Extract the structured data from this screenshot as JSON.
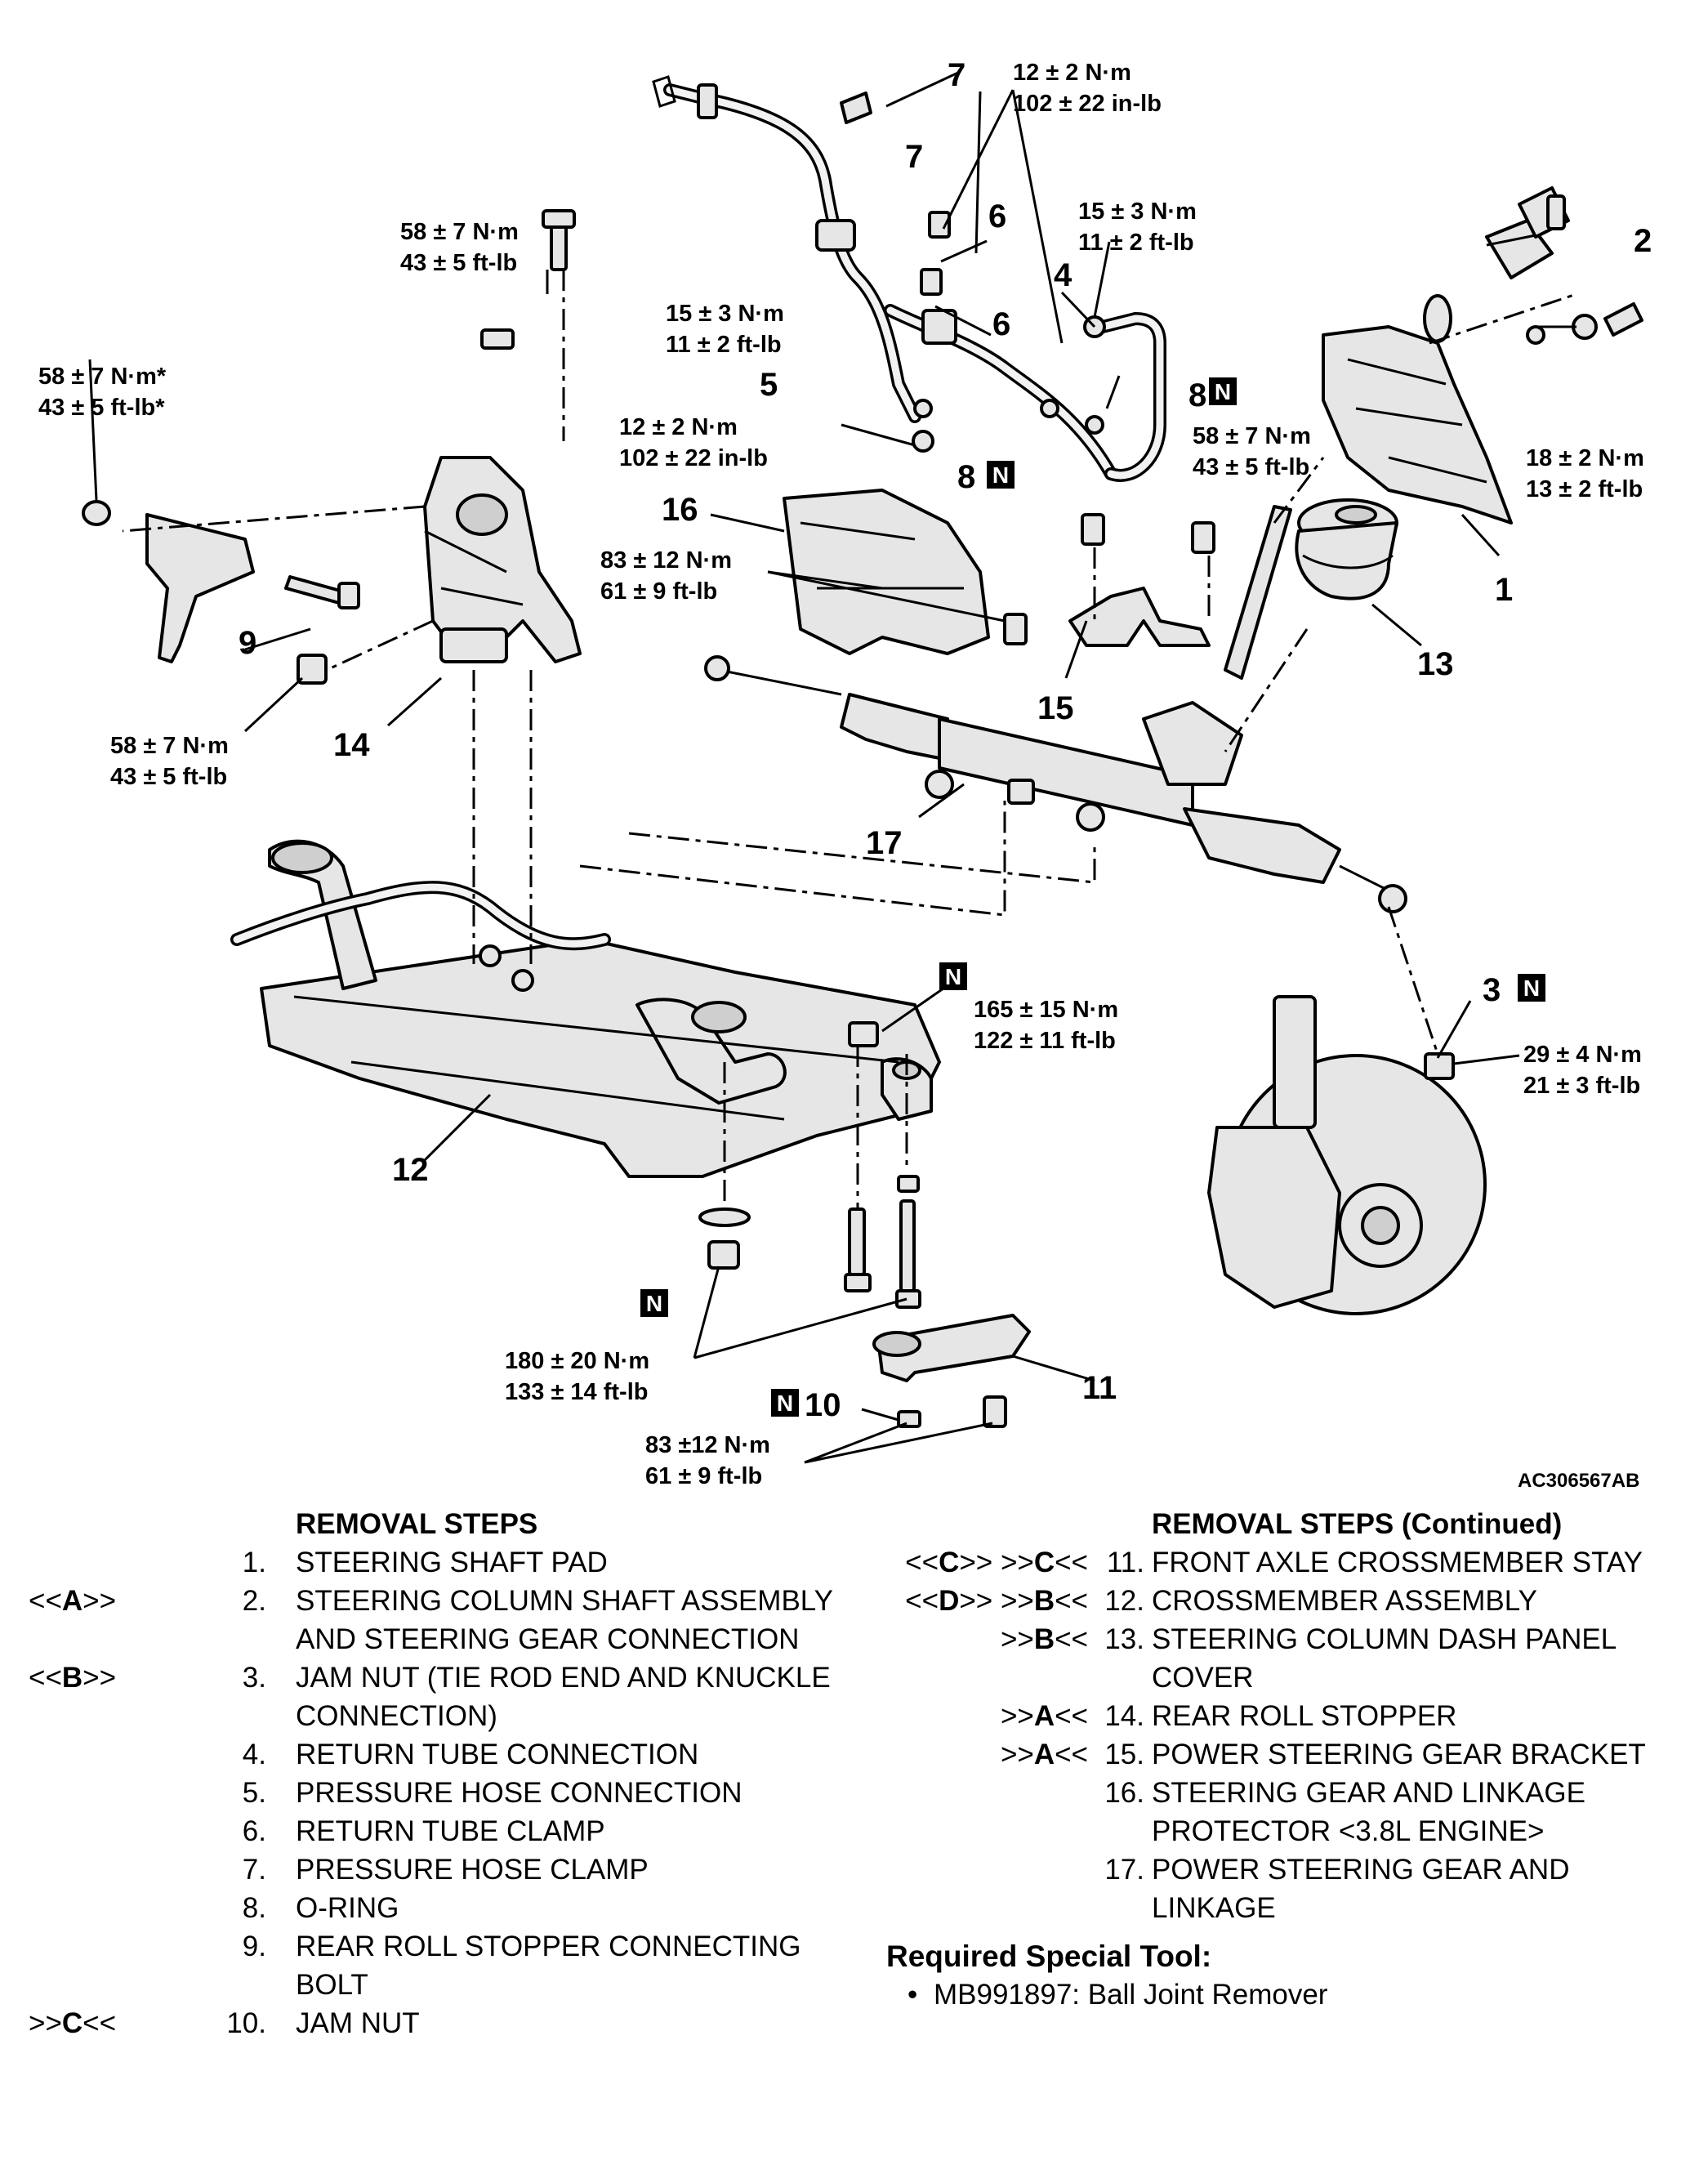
{
  "diagram": {
    "figure_code": "AC306567AB",
    "callouts": {
      "c1": "1",
      "c2": "2",
      "c3": "3",
      "c4": "4",
      "c5": "5",
      "c6a": "6",
      "c6b": "6",
      "c7a": "7",
      "c7b": "7",
      "c8a": "8",
      "c8b": "8",
      "c9": "9",
      "c10": "10",
      "c11": "11",
      "c12": "12",
      "c13": "13",
      "c14": "14",
      "c15": "15",
      "c16": "16",
      "c17": "17"
    },
    "n_mark": "N",
    "torques": {
      "t_12_2_nm": "12 ± 2 N·m",
      "t_102_22_inlb": "102 ± 22 in-lb",
      "t_15_3_nm": "15 ± 3 N·m",
      "t_11_2_ftlb": "11 ± 2 ft-lb",
      "t_58_7_nm": "58 ± 7 N·m",
      "t_43_5_ftlb": "43 ± 5 ft-lb",
      "t_58_7_nm_star": "58 ± 7 N·m*",
      "t_43_5_ftlb_star": "43 ± 5 ft-lb*",
      "t_18_2_nm": "18 ± 2 N·m",
      "t_13_2_ftlb": "13 ± 2 ft-lb",
      "t_83_12_nm": "83 ± 12 N·m",
      "t_61_9_ftlb": "61 ± 9 ft-lb",
      "t_165_15_nm": "165 ± 15 N·m",
      "t_122_11_ftlb": "122 ± 11 ft-lb",
      "t_29_4_nm": "29 ± 4 N·m",
      "t_21_3_ftlb": "21 ± 3 ft-lb",
      "t_180_20_nm": "180 ± 20 N·m",
      "t_133_14_ftlb": "133 ± 14 ft-lb",
      "t_83_12_nm_b": "83 ±12 N·m"
    }
  },
  "removal": {
    "heading": "REMOVAL STEPS",
    "heading_cont": "REMOVAL STEPS (Continued)",
    "steps_left": [
      {
        "code": "",
        "num": "1.",
        "text": "STEERING SHAFT PAD"
      },
      {
        "code": "<<A>>",
        "num": "2.",
        "text": "STEERING COLUMN SHAFT ASSEMBLY AND STEERING GEAR CONNECTION"
      },
      {
        "code": "<<B>>",
        "num": "3.",
        "text": "JAM NUT (TIE ROD END AND KNUCKLE CONNECTION)"
      },
      {
        "code": "",
        "num": "4.",
        "text": "RETURN TUBE CONNECTION"
      },
      {
        "code": "",
        "num": "5.",
        "text": "PRESSURE HOSE CONNECTION"
      },
      {
        "code": "",
        "num": "6.",
        "text": "RETURN TUBE CLAMP"
      },
      {
        "code": "",
        "num": "7.",
        "text": "PRESSURE HOSE CLAMP"
      },
      {
        "code": "",
        "num": "8.",
        "text": "O-RING"
      },
      {
        "code": "",
        "num": "9.",
        "text": "REAR ROLL STOPPER CONNECTING BOLT"
      },
      {
        "code": ">>C<<",
        "num": "10.",
        "text": "JAM NUT"
      }
    ],
    "steps_right": [
      {
        "code": "<<C>> >>C<<",
        "num": "11.",
        "text": "FRONT AXLE CROSSMEMBER STAY"
      },
      {
        "code": "<<D>> >>B<<",
        "num": "12.",
        "text": "CROSSMEMBER ASSEMBLY"
      },
      {
        "code": ">>B<<",
        "num": "13.",
        "text": "STEERING COLUMN DASH PANEL COVER"
      },
      {
        "code": ">>A<<",
        "num": "14.",
        "text": "REAR ROLL STOPPER"
      },
      {
        "code": ">>A<<",
        "num": "15.",
        "text": "POWER STEERING GEAR BRACKET"
      },
      {
        "code": "",
        "num": "16.",
        "text": "STEERING GEAR AND LINKAGE PROTECTOR <3.8L ENGINE>"
      },
      {
        "code": "",
        "num": "17.",
        "text": "POWER STEERING GEAR AND LINKAGE"
      }
    ]
  },
  "special_tool": {
    "heading": "Required Special Tool:",
    "items": [
      "MB991897: Ball Joint Remover"
    ]
  }
}
